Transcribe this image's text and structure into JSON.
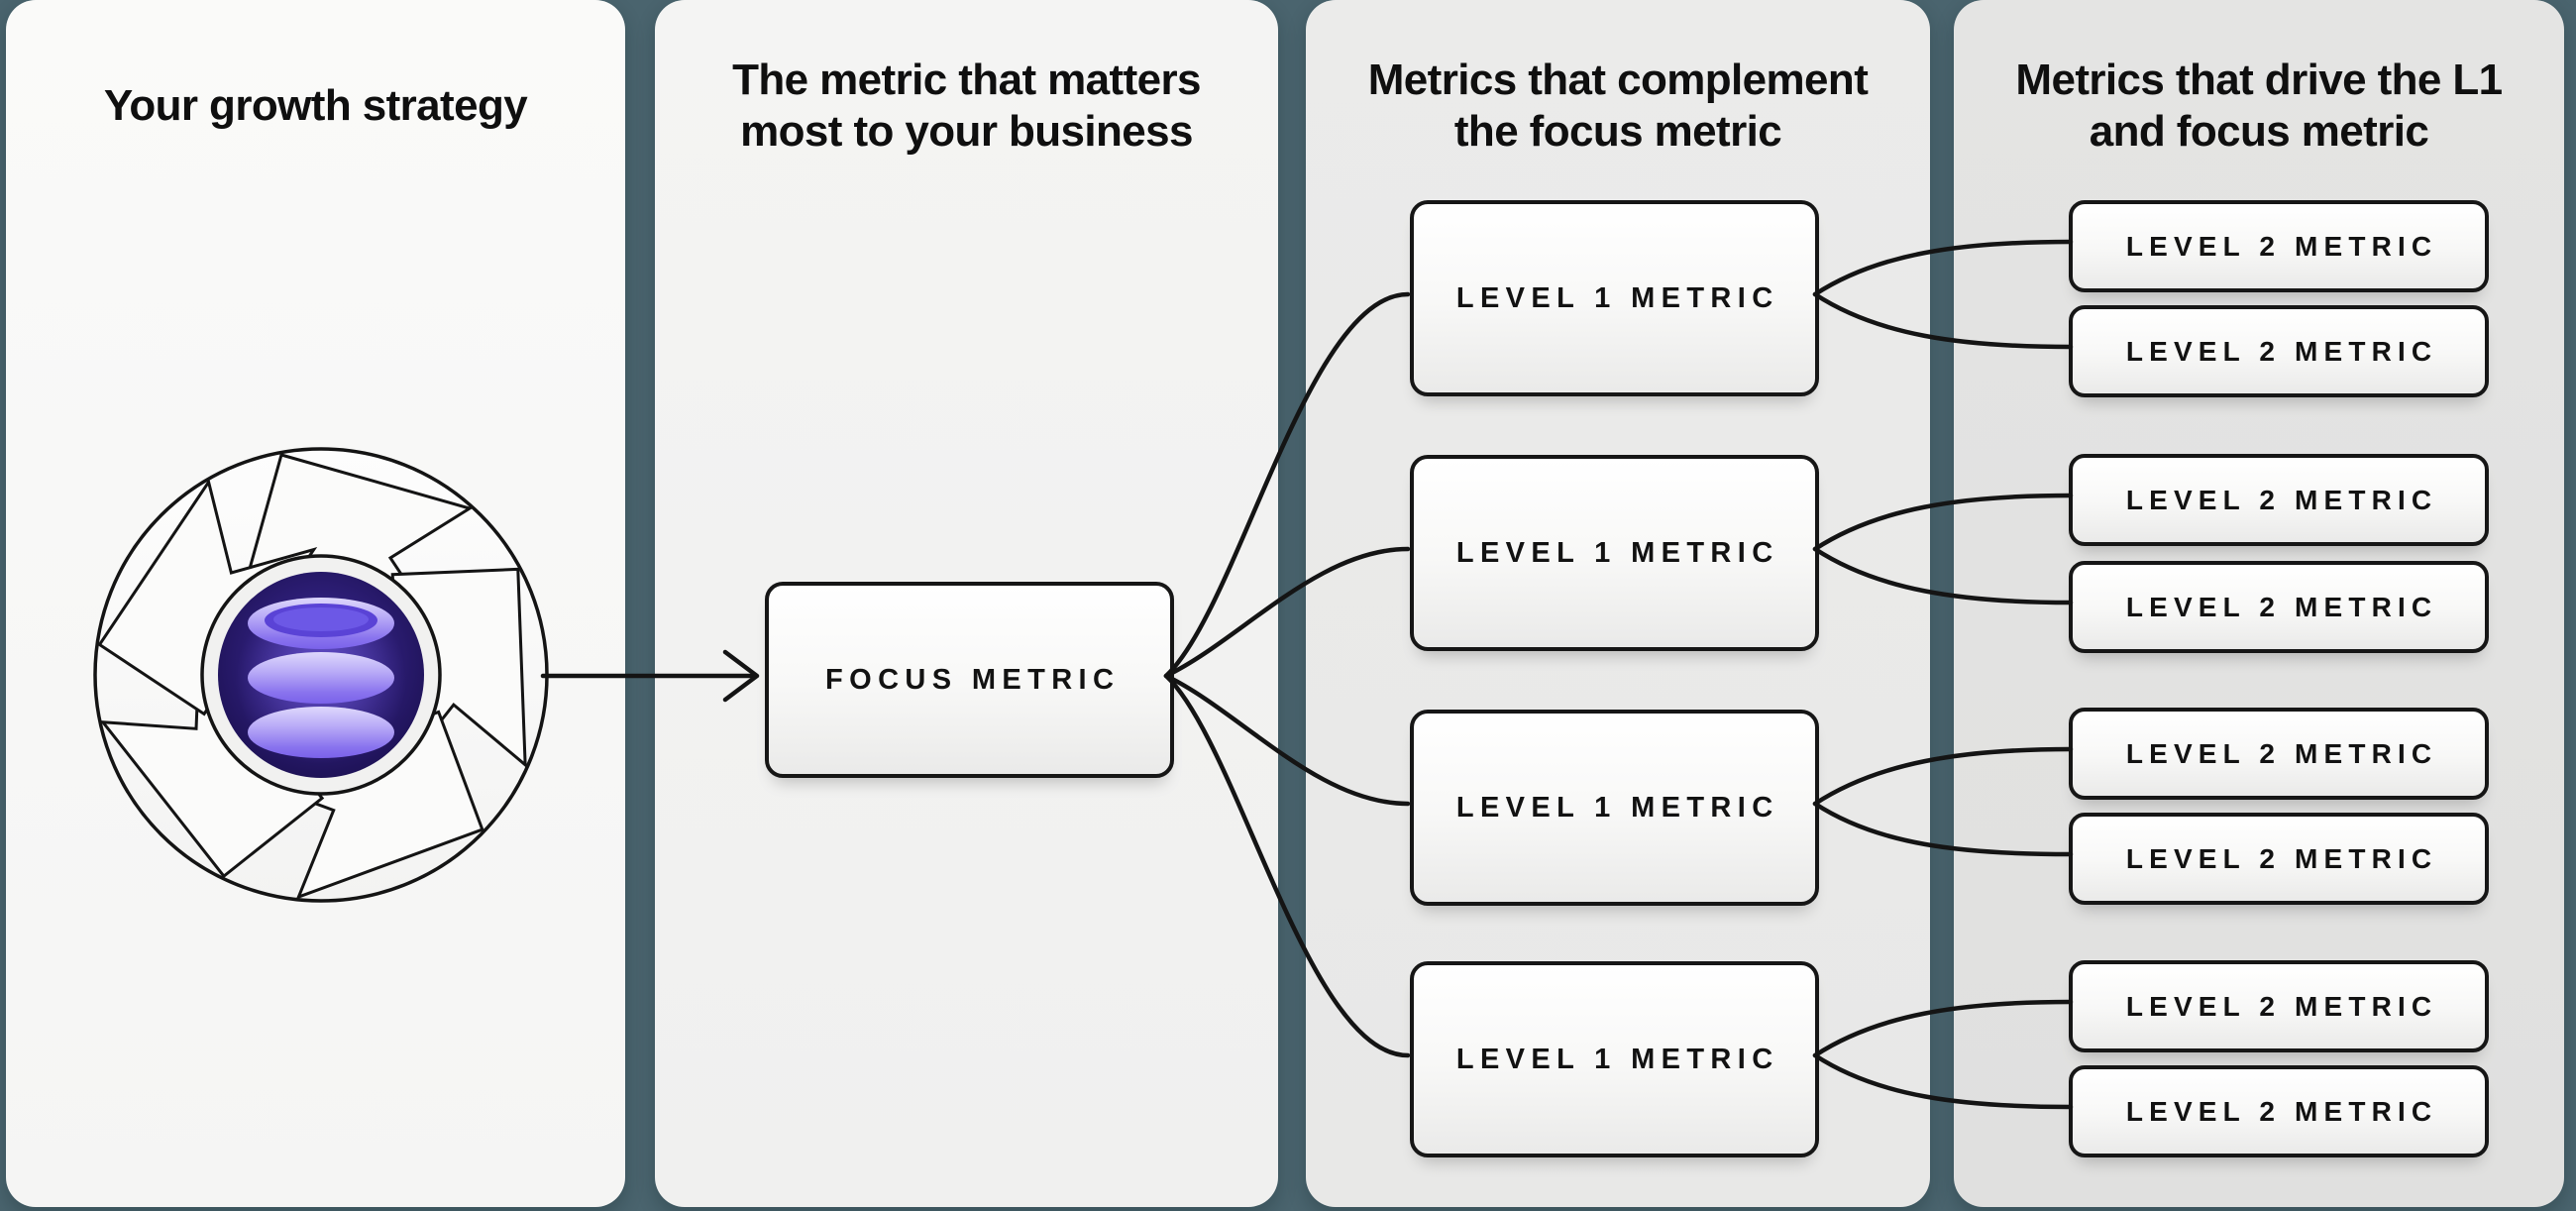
{
  "colors": {
    "background": "#4a646e",
    "panel_1": "#f5f5f4",
    "panel_2": "#f0f0ef",
    "panel_3": "#e8e8e7",
    "panel_4": "#e0e0df",
    "node_border": "#161616",
    "connector": "#141414",
    "hub_dark_purple": "#2c1d74",
    "database_lavender": "#b9abf7"
  },
  "panels": [
    {
      "name": "growth-strategy",
      "title": "Your growth strategy",
      "icon": "growth-cycle-database-icon"
    },
    {
      "name": "focus-metric",
      "title_lines": [
        "The metric that matters",
        "most to your business"
      ],
      "nodes": [
        {
          "label": "FOCUS METRIC"
        }
      ]
    },
    {
      "name": "level-1-metrics",
      "title_lines": [
        "Metrics that complement",
        "the focus metric"
      ],
      "nodes": [
        {
          "label": "LEVEL 1 METRIC"
        },
        {
          "label": "LEVEL 1 METRIC"
        },
        {
          "label": "LEVEL 1 METRIC"
        },
        {
          "label": "LEVEL 1 METRIC"
        }
      ]
    },
    {
      "name": "level-2-metrics",
      "title_lines": [
        "Metrics that drive the L1",
        "and focus metric"
      ],
      "nodes": [
        {
          "label": "LEVEL 2 METRIC"
        },
        {
          "label": "LEVEL 2 METRIC"
        },
        {
          "label": "LEVEL 2 METRIC"
        },
        {
          "label": "LEVEL 2 METRIC"
        },
        {
          "label": "LEVEL 2 METRIC"
        },
        {
          "label": "LEVEL 2 METRIC"
        },
        {
          "label": "LEVEL 2 METRIC"
        },
        {
          "label": "LEVEL 2 METRIC"
        }
      ]
    }
  ]
}
